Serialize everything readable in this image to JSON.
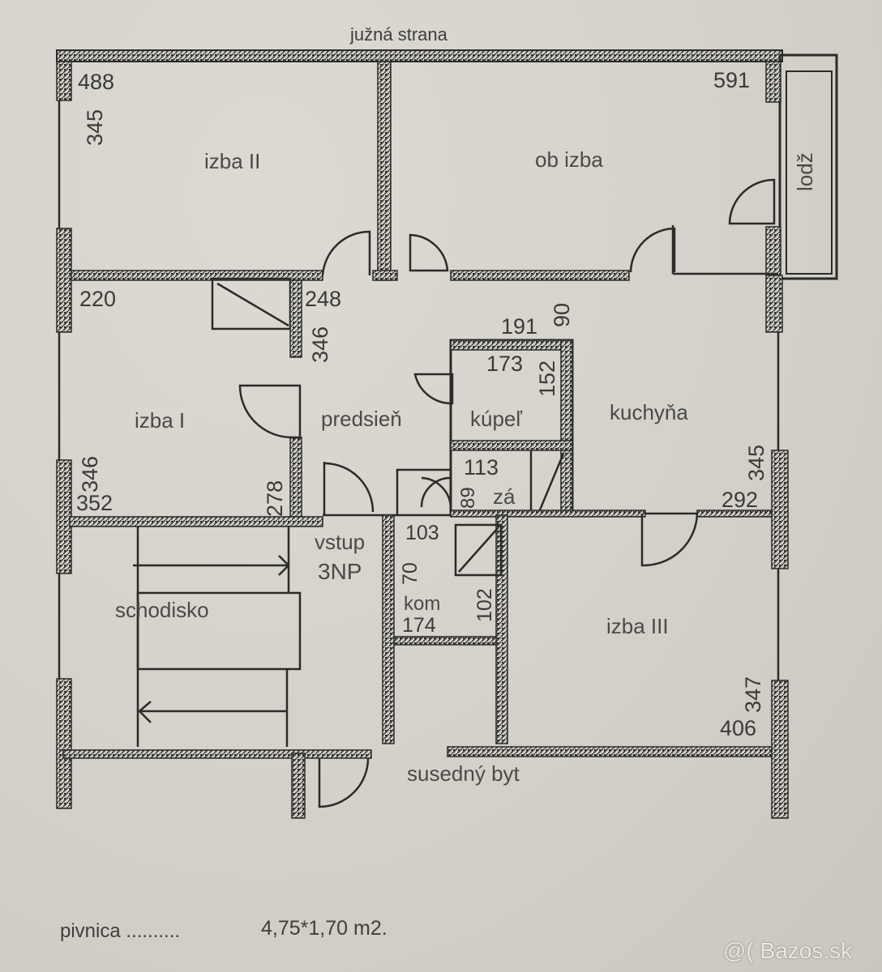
{
  "plan": {
    "orientation_label": "južná strana",
    "rooms": {
      "izba_ii": "izba II",
      "ob_izba": "ob izba",
      "lodz": "lodž",
      "izba_i": "izba I",
      "predsien": "predsieň",
      "kupel": "kúpeľ",
      "kuchyna": "kuchyňa",
      "za": "zá",
      "vstup": "vstup",
      "floor": "3NP",
      "kom": "kom",
      "schodisko": "schodisko",
      "izba_iii": "izba III",
      "susedny_byt": "susedný byt"
    },
    "dimensions": {
      "izba_ii_width": "488",
      "izba_ii_height": "345",
      "ob_izba_width": "591",
      "izba_i_top": "220",
      "predsien_top": "248",
      "predsien_height": "346",
      "kupel_outer": "191",
      "kupel_side": "90",
      "kupel_width": "173",
      "kupel_height": "152",
      "izba_i_height": "346",
      "izba_i_width": "352",
      "predsien_left": "278",
      "za_width": "113",
      "za_height": "89",
      "vstup_width": "103",
      "kom_height": "70",
      "kom_width": "174",
      "kom_right": "102",
      "kuchyna_height": "345",
      "kuchyna_width": "292",
      "izba_iii_height": "347",
      "izba_iii_width": "406"
    }
  },
  "footer": {
    "cellar_label": "pivnica ..........",
    "cellar_size": "4,75*1,70 m2.",
    "watermark": "@( Bazos.sk"
  },
  "colors": {
    "paper": "#d4d2ca",
    "ink": "#2b2b29"
  }
}
